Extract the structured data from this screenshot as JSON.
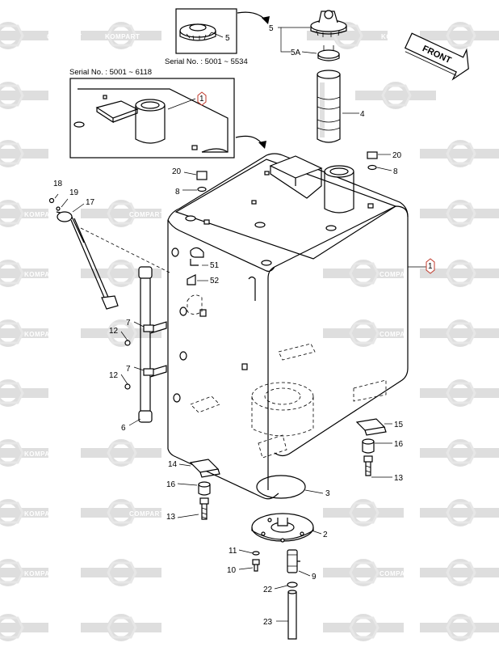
{
  "watermark": {
    "text": "KOMPART",
    "text_alt": "COMPART"
  },
  "front_label": "FRONT",
  "insets": {
    "top": {
      "serial": "Serial No. : 5001 ~ 5534",
      "callout": "5"
    },
    "left": {
      "serial": "Serial No. : 5001 ~ 6118",
      "callout": "1"
    }
  },
  "callouts": {
    "c1": "1",
    "c2": "2",
    "c3": "3",
    "c4": "4",
    "c5": "5",
    "c5a": "5A",
    "c6": "6",
    "c7a": "7",
    "c7b": "7",
    "c8a": "8",
    "c8b": "8",
    "c9": "9",
    "c10": "10",
    "c11": "11",
    "c12a": "12",
    "c12b": "12",
    "c13a": "13",
    "c13b": "13",
    "c14": "14",
    "c15": "15",
    "c16a": "16",
    "c16b": "16",
    "c17": "17",
    "c18": "18",
    "c19": "19",
    "c20a": "20",
    "c20b": "20",
    "c22": "22",
    "c23": "23",
    "c51": "51",
    "c52": "52"
  },
  "colors": {
    "callout_ring": "#c0392b",
    "watermark_band": "#d9d9d9"
  }
}
